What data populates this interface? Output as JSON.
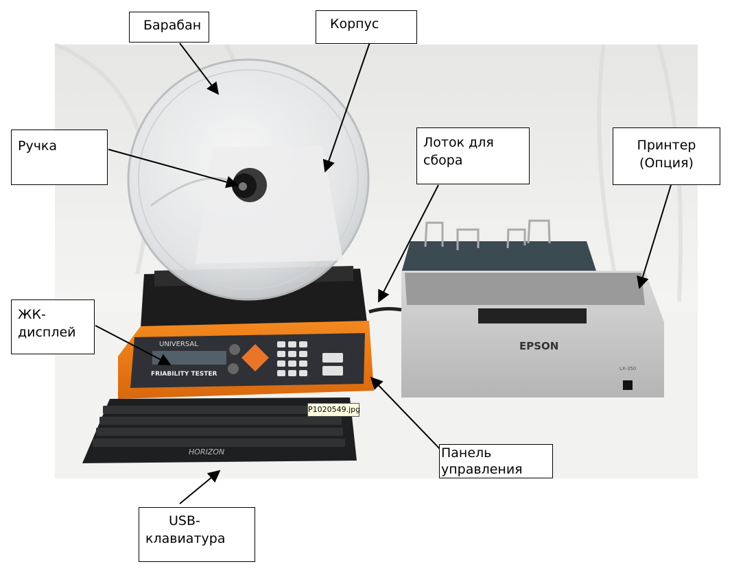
{
  "labels": {
    "drum": "Барабан",
    "body": "Корпус",
    "handle": "Ручка",
    "tray_line1": "Лоток для",
    "tray_line2": "сбора",
    "printer_line1": "Принтер",
    "printer_line2": "(Опция)",
    "lcd_line1": "ЖК-",
    "lcd_line2": "дисплей",
    "panel_line1": "Панель",
    "panel_line2": "управления",
    "keyboard_line1": "USB-",
    "keyboard_line2": "клавиатура"
  },
  "device": {
    "brand": "UNIVERSAL",
    "model": "FRIABILITY TESTER"
  },
  "printer": {
    "brand": "EPSON",
    "model": "LX-350"
  },
  "keyboard": {
    "brand": "HORIZON"
  },
  "tooltip": "P1020549.jpg"
}
